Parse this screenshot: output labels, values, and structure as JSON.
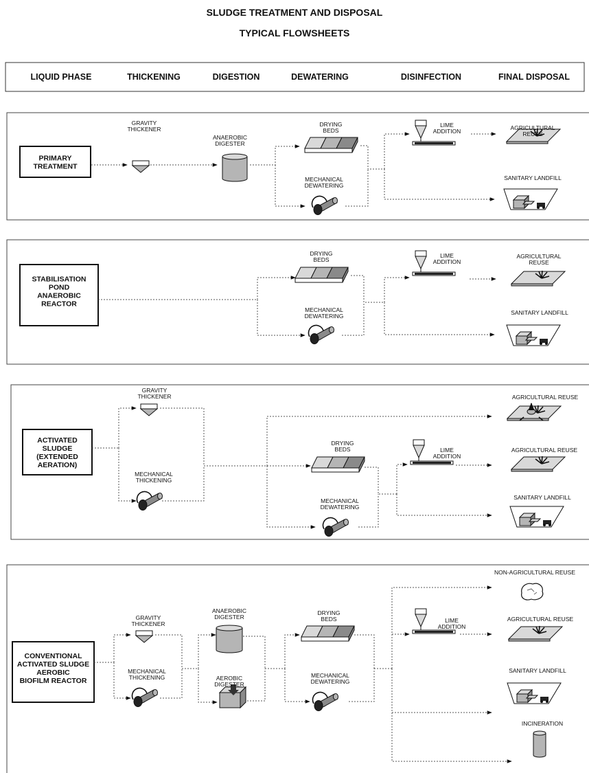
{
  "title": "SLUDGE TREATMENT AND DISPOSAL",
  "subtitle": "TYPICAL FLOWSHEETS",
  "stages": [
    "LIQUID PHASE",
    "THICKENING",
    "DIGESTION",
    "DEWATERING",
    "DISINFECTION",
    "FINAL DISPOSAL"
  ],
  "labels": {
    "gravity_thickener": [
      "GRAVITY",
      "THICKENER"
    ],
    "mechanical_thickening": [
      "MECHANICAL",
      "THICKENING"
    ],
    "anaerobic_digester": [
      "ANAEROBIC",
      "DIGESTER"
    ],
    "aerobic_digester": [
      "AEROBIC",
      "DIGESTER"
    ],
    "drying_beds": [
      "DRYING",
      "BEDS"
    ],
    "mechanical_dewatering": [
      "MECHANICAL",
      "DEWATERING"
    ],
    "lime_addition": [
      "LIME",
      "ADDITION"
    ],
    "agricultural_reuse_2": [
      "AGRICULTURAL",
      "REUSE"
    ],
    "agricultural_reuse": "AGRICULTURAL REUSE",
    "sanitary_landfill": "SANITARY LANDFILL",
    "non_agricultural_reuse": "NON-AGRICULTURAL REUSE",
    "incineration": "INCINERATION"
  },
  "flowsheets": [
    {
      "source": [
        "PRIMARY",
        "TREATMENT"
      ]
    },
    {
      "source": [
        "STABILISATION",
        "POND",
        "",
        "ANAEROBIC",
        "REACTOR"
      ]
    },
    {
      "source": [
        "ACTIVATED",
        "SLUDGE",
        "(EXTENDED",
        "AERATION)"
      ]
    },
    {
      "source": [
        "CONVENTIONAL",
        "ACTIVATED SLUDGE",
        "",
        "AEROBIC",
        "BIOFILM REACTOR"
      ]
    }
  ],
  "colors": {
    "line": "#555555",
    "fill_light": "#d9d9d9",
    "fill_mid": "#b5b5b5",
    "fill_dark": "#8a8a8a",
    "ink": "#111111"
  }
}
